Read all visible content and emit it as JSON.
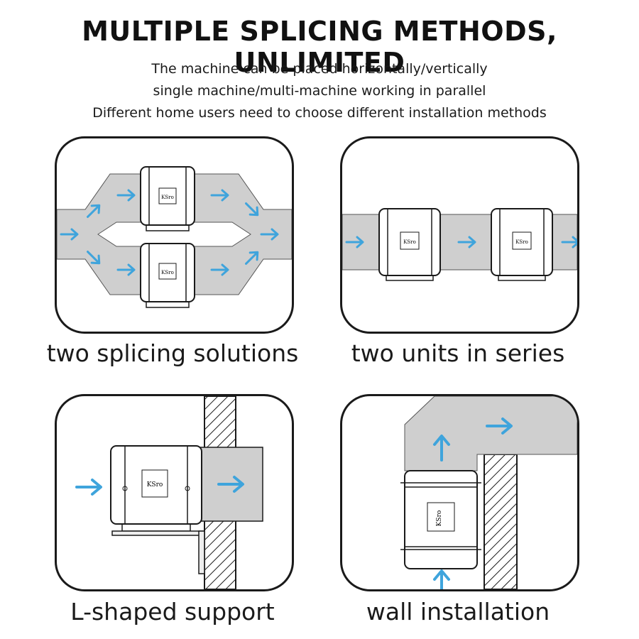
{
  "header": {
    "title": "MULTIPLE SPLICING METHODS, UNLIMITED",
    "lines": [
      "The machine can be placed horizontally/vertically",
      "single machine/multi-machine working in parallel",
      "Different home users need to choose different installation methods"
    ]
  },
  "panels": [
    {
      "caption": "two splicing solutions"
    },
    {
      "caption": "two units in series"
    },
    {
      "caption": "L-shaped support"
    },
    {
      "caption": "wall installation"
    }
  ],
  "brand": {
    "logo_text": "KSro"
  },
  "colors": {
    "duct": "#cfcfcf",
    "arrow": "#3fa4dc",
    "stroke": "#1a1a1a"
  }
}
